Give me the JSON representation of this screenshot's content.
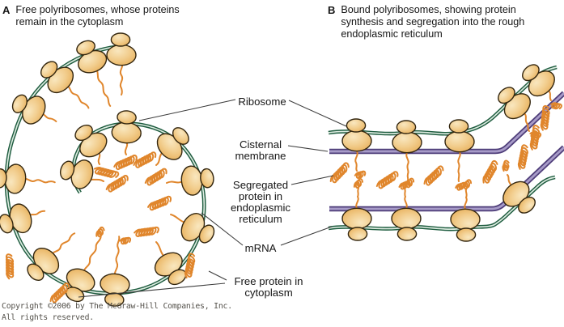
{
  "figure": {
    "panel_a": {
      "letter": "A",
      "caption": "Free polyribosomes, whose proteins\nremain in the cytoplasm"
    },
    "panel_b": {
      "letter": "B",
      "caption": "Bound polyribosomes, showing protein\nsynthesis and segregation into the rough\nendoplasmic reticulum"
    },
    "labels": {
      "ribosome": "Ribosome",
      "cisternal_membrane": "Cisternal\nmembrane",
      "segregated_protein": "Segregated\nprotein in\nendoplasmic\nreticulum",
      "mrna": "mRNA",
      "free_protein": "Free protein in\ncytoplasm"
    },
    "footer": {
      "copyright": "Copyright ©2006 by The McGraw-Hill Companies, Inc.",
      "rights": "All rights reserved."
    },
    "colors": {
      "text": "#151515",
      "leader": "#3c3c3c",
      "protein": "#E0862C",
      "mrna_outer": "#1E5C3F",
      "mrna_inner": "#DCEBE0",
      "membrane_outer": "#4E3D79",
      "membrane_inner": "#A79BC8",
      "ribo_outline": "#33260F",
      "ribosome_fill": "#F2CE8F",
      "ribosome_highlight": "#F9E7BF",
      "ribosome_shade": "#E5A94F"
    }
  }
}
